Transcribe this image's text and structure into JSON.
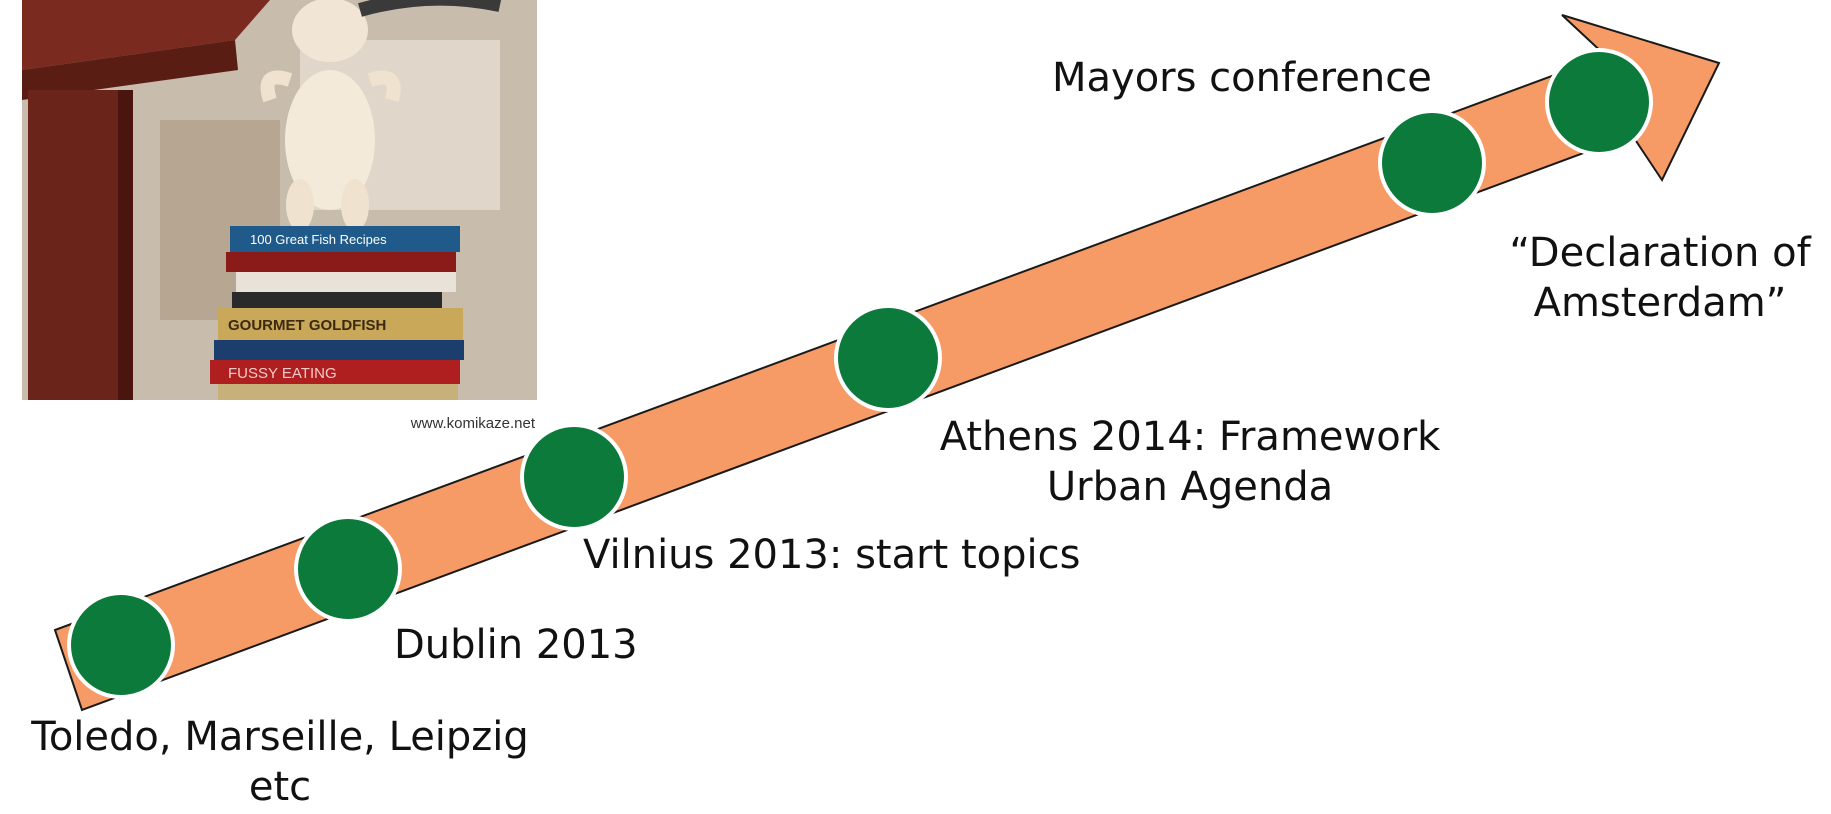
{
  "image": {
    "credit": "www.komikaze.net",
    "book_titles": [
      "100 Great Fish Recipes",
      "GOURMET GOLDFISH",
      "FUSSY EATING"
    ]
  },
  "colors": {
    "arrow_fill": "#f79b66",
    "arrow_stroke": "#1a1a1a",
    "milestone_fill": "#0b7a3b",
    "milestone_ring": "#ffffff"
  },
  "milestones": [
    {
      "label": "Toledo, Marseille, Leipzig etc",
      "lines": [
        "Toledo, Marseille, Leipzig",
        "etc"
      ]
    },
    {
      "label": "Dublin 2013"
    },
    {
      "label": "Vilnius 2013: start topics"
    },
    {
      "label": "Athens 2014: Framework Urban Agenda",
      "lines": [
        "Athens 2014: Framework",
        "Urban Agenda"
      ]
    },
    {
      "label": "Mayors conference"
    },
    {
      "label": "“Declaration of Amsterdam”",
      "lines": [
        "“Declaration of",
        "Amsterdam”"
      ]
    }
  ]
}
